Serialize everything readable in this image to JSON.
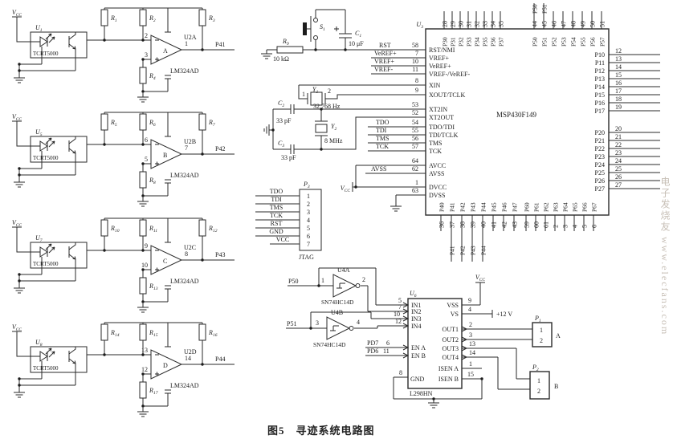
{
  "power": {
    "v": "V",
    "cc": "CC",
    "plus12": "+12 V"
  },
  "caption": {
    "fig": "图5",
    "title": "寻迹系统电路图"
  },
  "watermark": {
    "text": "电子发烧友 www.elecfans.com"
  },
  "sensor_blocks": [
    {
      "des": "U1",
      "part": "TCRT5000",
      "rl": "R1",
      "rm": "R2",
      "rf": "R3",
      "rg": "R4",
      "pin_inv": "2",
      "pin_non": "3",
      "pin_out": "1",
      "amp": "U2A",
      "sec": "A",
      "amp_part": "LM324AD",
      "net": "P41"
    },
    {
      "des": "U5",
      "part": "TCRT5000",
      "rl": "R5",
      "rm": "R6",
      "rf": "R7",
      "rg": "R8",
      "pin_inv": "6",
      "pin_non": "5",
      "pin_out": "7",
      "amp": "U2B",
      "sec": "B",
      "amp_part": "LM324AD",
      "net": "P42"
    },
    {
      "des": "U7",
      "part": "TCRT5000",
      "rl": "R10",
      "rm": "R11",
      "rf": "R12",
      "rg": "R13",
      "pin_inv": "9",
      "pin_non": "10",
      "pin_out": "8",
      "amp": "U2C",
      "sec": "C",
      "amp_part": "LM324AD",
      "net": "P43"
    },
    {
      "des": "U8",
      "part": "TCRT5000",
      "rl": "R14",
      "rm": "R15",
      "rf": "R16",
      "rg": "R17",
      "pin_inv": "13",
      "pin_non": "12",
      "pin_out": "14",
      "amp": "U2D",
      "sec": "D",
      "amp_part": "LM324AD",
      "net": "P44"
    }
  ],
  "reset": {
    "sw": "S1",
    "cap": "C1",
    "cap_val": "10 μF",
    "res": "R9",
    "res_val": "10 kΩ",
    "rows": [
      {
        "label": "RST",
        "pin": "58"
      },
      {
        "label": "VeREF+",
        "pin": "7"
      },
      {
        "label": "VREF+",
        "pin": "10"
      },
      {
        "label": "VREF-",
        "pin": "11"
      }
    ]
  },
  "clock": {
    "y1": "Y1",
    "y1_p1": "1",
    "y1_p2": "2",
    "y1_freq": "32 768 Hz",
    "c2": "C2",
    "c2_val": "33 pF",
    "c3": "C3",
    "c3_val": "33 pF",
    "y2": "Y2",
    "y2_freq": "8 MHz",
    "xin": "8",
    "xout": "9",
    "xt2in": "53",
    "xt2out": "52"
  },
  "jtag_nets": [
    {
      "label": "TDO",
      "pin": "54"
    },
    {
      "label": "TDI",
      "pin": "55"
    },
    {
      "label": "TMS",
      "pin": "56"
    },
    {
      "label": "TCK",
      "pin": "57"
    }
  ],
  "pwr_pins": {
    "avcc": "64",
    "avss_label": "AVSS",
    "avss": "62",
    "dvcc": "1",
    "dvss": "63"
  },
  "jtag": {
    "des": "P3",
    "name": "JTAG",
    "rows": [
      {
        "label": "TDO",
        "num": "1"
      },
      {
        "label": "TDI",
        "num": "2"
      },
      {
        "label": "TMS",
        "num": "3"
      },
      {
        "label": "TCK",
        "num": "4"
      },
      {
        "label": "RST",
        "num": "5"
      },
      {
        "label": "GND",
        "num": "6"
      },
      {
        "label": "VCC",
        "num": "7"
      }
    ]
  },
  "mcu": {
    "des": "U3",
    "part": "MSP430F149",
    "left_labels": [
      "RST/NMI",
      "VREF+",
      "VeREF+",
      "VREF-/VeREF-",
      "XIN",
      "XOUT/TCLK",
      "XT2IN",
      "XT2OUT",
      "TDO/TDI",
      "TDI/TCLK",
      "TMS",
      "TCK",
      "AVCC",
      "AVSS",
      "DVCC",
      "DVSS"
    ],
    "top1": {
      "pins": [
        "28",
        "29",
        "30",
        "31",
        "32",
        "33",
        "34",
        "35"
      ],
      "labels": [
        "P30",
        "P31",
        "P32",
        "P33",
        "P34",
        "P35",
        "P36",
        "P37"
      ]
    },
    "top2": {
      "pins": [
        "44",
        "45",
        "46",
        "47",
        "48",
        "49",
        "50",
        "51"
      ],
      "labels": [
        "P50",
        "P51",
        "P52",
        "P53",
        "P54",
        "P55",
        "P56",
        "P57"
      ],
      "nets": [
        "P50",
        "P51"
      ]
    },
    "right1": {
      "labels": [
        "P10",
        "P11",
        "P12",
        "P13",
        "P14",
        "P15",
        "P16",
        "P17"
      ],
      "pins": [
        "12",
        "13",
        "14",
        "15",
        "16",
        "17",
        "18",
        "19"
      ]
    },
    "right2": {
      "labels": [
        "P20",
        "P21",
        "P22",
        "P23",
        "P24",
        "P25",
        "P26",
        "P27"
      ],
      "pins": [
        "20",
        "21",
        "22",
        "23",
        "24",
        "25",
        "26",
        "27"
      ]
    },
    "bottom1": {
      "labels": [
        "P40",
        "P41",
        "P42",
        "P43",
        "P44",
        "P45",
        "P46",
        "P47"
      ],
      "pins": [
        "36",
        "37",
        "38",
        "39",
        "40",
        "41",
        "42",
        "43"
      ],
      "nets": [
        "P41",
        "P42",
        "P43",
        "P44"
      ]
    },
    "bottom2": {
      "labels": [
        "P60",
        "P61",
        "P62",
        "P63",
        "P64",
        "P65",
        "P66",
        "P67"
      ],
      "pins": [
        "59",
        "60",
        "61",
        "2",
        "3",
        "4",
        "5",
        "6"
      ]
    }
  },
  "driver": {
    "inv_a": {
      "des": "U4A",
      "part": "SN74HC14D",
      "net": "P50",
      "pin_in": "1",
      "pin_out": "2"
    },
    "inv_b": {
      "des": "U4B",
      "part": "SN74HC14D",
      "net": "P51",
      "pin_in": "3",
      "pin_out": "4"
    },
    "chip": {
      "des": "U6",
      "part": "L298HN",
      "in1": "IN1",
      "in1_pin": "5",
      "in2": "IN2",
      "in2_pin": "7",
      "in3": "IN3",
      "in3_pin": "10",
      "in4": "IN4",
      "in4_pin": "12",
      "ena": "EN A",
      "ena_pin": "6",
      "ena_net": "PD7",
      "enb": "EN B",
      "enb_pin": "11",
      "enb_net": "PD6",
      "gnd": "GND",
      "gnd_pin": "8",
      "vss": "VSS",
      "vss_pin": "9",
      "vs": "VS",
      "vs_pin": "4",
      "out1": "OUT1",
      "out1_pin": "2",
      "out2": "OUT2",
      "out2_pin": "3",
      "out3": "OUT3",
      "out3_pin": "13",
      "out4": "OUT4",
      "out4_pin": "14",
      "isena": "ISEN A",
      "isena_pin": "1",
      "isenb": "ISEN B",
      "isenb_pin": "15"
    },
    "p1": {
      "des": "P1",
      "pin1": "1",
      "pin2": "2",
      "net": "A"
    },
    "p2": {
      "des": "P2",
      "pin1": "1",
      "pin2": "2",
      "net": "B"
    }
  }
}
